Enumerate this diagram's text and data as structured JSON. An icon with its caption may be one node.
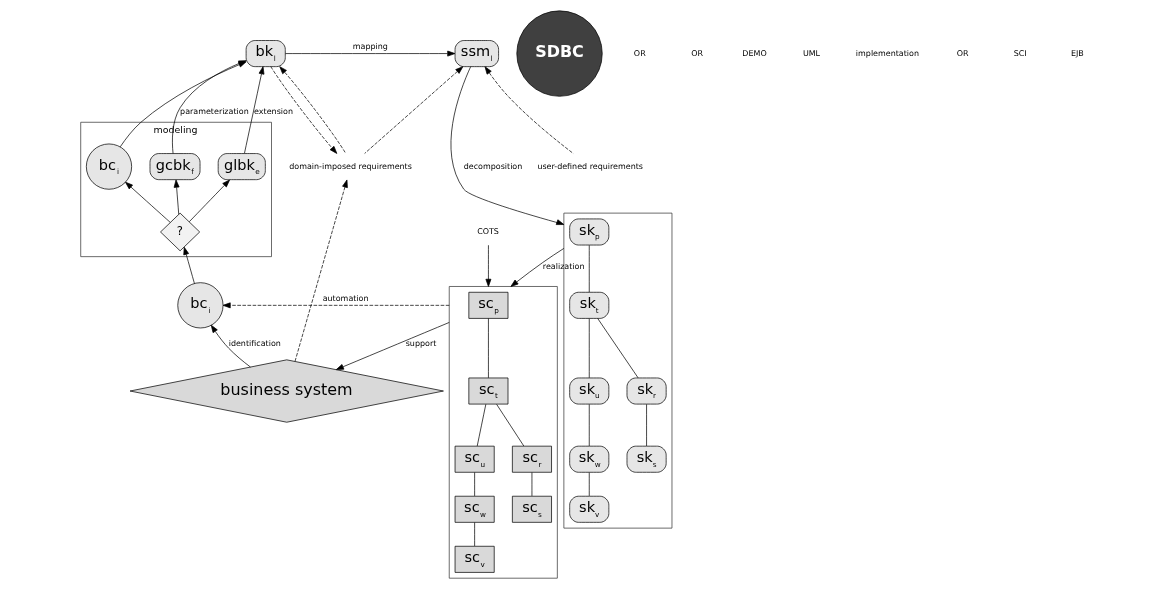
{
  "diagram": {
    "nodes": [
      {
        "text": [
          "bk$_{l}$"
        ]
      },
      {
        "text": [
          "ssm$_{l}$"
        ]
      },
      {
        "text": [
          "domain-imposed requirements"
        ]
      },
      {
        "text": [
          "user-defined requirements"
        ]
      },
      {
        "text": [],
        "shape": "box"
      },
      {
        "text": [
          "sk$_{p}$"
        ],
        "in": 4
      },
      {
        "text": [
          "sk$_{u}$"
        ],
        "in": 4
      },
      {
        "text": [
          "sk$_{w}$"
        ],
        "in": 4
      },
      {
        "text": [
          "sk$_{t}$"
        ],
        "in": 4
      },
      {
        "text": [
          "sk$_{r}$"
        ],
        "in": 4
      },
      {
        "text": [
          "sk$_{s}$"
        ],
        "in": 4
      },
      {
        "text": [
          "sk$_{v}$"
        ],
        "in": 4
      },
      {
        "text": [
          "modeling"
        ]
      },
      {
        "text": [
          "glbk$_{e}$"
        ],
        "in": 12
      },
      {
        "text": [
          "bc$_{i}$"
        ],
        "in": 12
      },
      {
        "text": [
          "gcbk$_{f}$"
        ],
        "in": 12
      },
      {
        "text": [
          "?"
        ],
        "in": 12
      },
      {
        "text": [
          "COTS"
        ]
      },
      {
        "text": [],
        "shape": "box"
      },
      {
        "text": [
          "sc$_{p}$"
        ],
        "in": 18
      },
      {
        "text": [
          "sc$_{u}$"
        ],
        "in": 18
      },
      {
        "text": [
          "sc$_{w}$"
        ],
        "in": 18
      },
      {
        "text": [
          "sc$_{t}$"
        ],
        "in": 18
      },
      {
        "text": [
          "sc$_{r}$"
        ],
        "in": 18
      },
      {
        "text": [
          "sc$_{s}$"
        ],
        "in": 18
      },
      {
        "text": [
          "sc$_{v}$"
        ],
        "in": 18
      },
      {
        "text": [
          "bc$_{i}$"
        ]
      },
      {
        "text": [
          "business system"
        ]
      },
      {
        "text": [
          "SDBC"
        ]
      }
    ],
    "edges": [
      {
        "from": 0,
        "to": 1,
        "arrow": "to",
        "label": "mapping"
      },
      {
        "from": 1,
        "to": 4,
        "arrow": "to",
        "label": "decomposition"
      },
      {
        "from": 0,
        "to": 2,
        "arrow": "to",
        "style": "dashed"
      },
      {
        "from": 2,
        "to": 0,
        "arrow": "to",
        "style": "dashed"
      },
      {
        "from": 2,
        "to": 1,
        "arrow": "to",
        "style": "dashed"
      },
      {
        "from": 3,
        "to": 1,
        "arrow": "to",
        "style": "dashed"
      },
      {
        "from": 5,
        "to": 8,
        "arrow": "none"
      },
      {
        "from": 8,
        "to": 6,
        "arrow": "none"
      },
      {
        "from": 6,
        "to": 7,
        "arrow": "none"
      },
      {
        "from": 7,
        "to": 11,
        "arrow": "none"
      },
      {
        "from": 8,
        "to": 9,
        "arrow": "none"
      },
      {
        "from": 9,
        "to": 10,
        "arrow": "none"
      },
      {
        "from": 13,
        "to": 0,
        "arrow": "to",
        "label": "extension"
      },
      {
        "from": 14,
        "to": 0,
        "arrow": "to"
      },
      {
        "from": 15,
        "to": 0,
        "arrow": "to",
        "label": "parameterization"
      },
      {
        "from": 16,
        "to": 13,
        "arrow": "to"
      },
      {
        "from": 16,
        "to": 14,
        "arrow": "to"
      },
      {
        "from": 16,
        "to": 15,
        "arrow": "to"
      },
      {
        "from": 4,
        "to": 18,
        "arrow": "to",
        "label": "realization"
      },
      {
        "from": 17,
        "to": 18,
        "arrow": "to"
      },
      {
        "from": 19,
        "to": 22,
        "arrow": "none"
      },
      {
        "from": 22,
        "to": 20,
        "arrow": "none"
      },
      {
        "from": 20,
        "to": 21,
        "arrow": "none"
      },
      {
        "from": 21,
        "to": 25,
        "arrow": "none"
      },
      {
        "from": 22,
        "to": 23,
        "arrow": "none"
      },
      {
        "from": 23,
        "to": 24,
        "arrow": "none"
      },
      {
        "from": 26,
        "to": 16,
        "arrow": "to"
      },
      {
        "from": 18,
        "to": 26,
        "arrow": "to",
        "style": "dashed",
        "label": "automation"
      },
      {
        "from": 27,
        "to": 26,
        "arrow": "to",
        "label": "identification"
      },
      {
        "from": 27,
        "to": 2,
        "arrow": "to",
        "style": "dashed"
      },
      {
        "from": 18,
        "to": 27,
        "arrow": "to",
        "label": "support"
      }
    ],
    "labels": [
      "OR",
      "OR",
      "DEMO",
      "UML",
      "implementation",
      "OR",
      "SCI",
      "EJB"
    ]
  }
}
